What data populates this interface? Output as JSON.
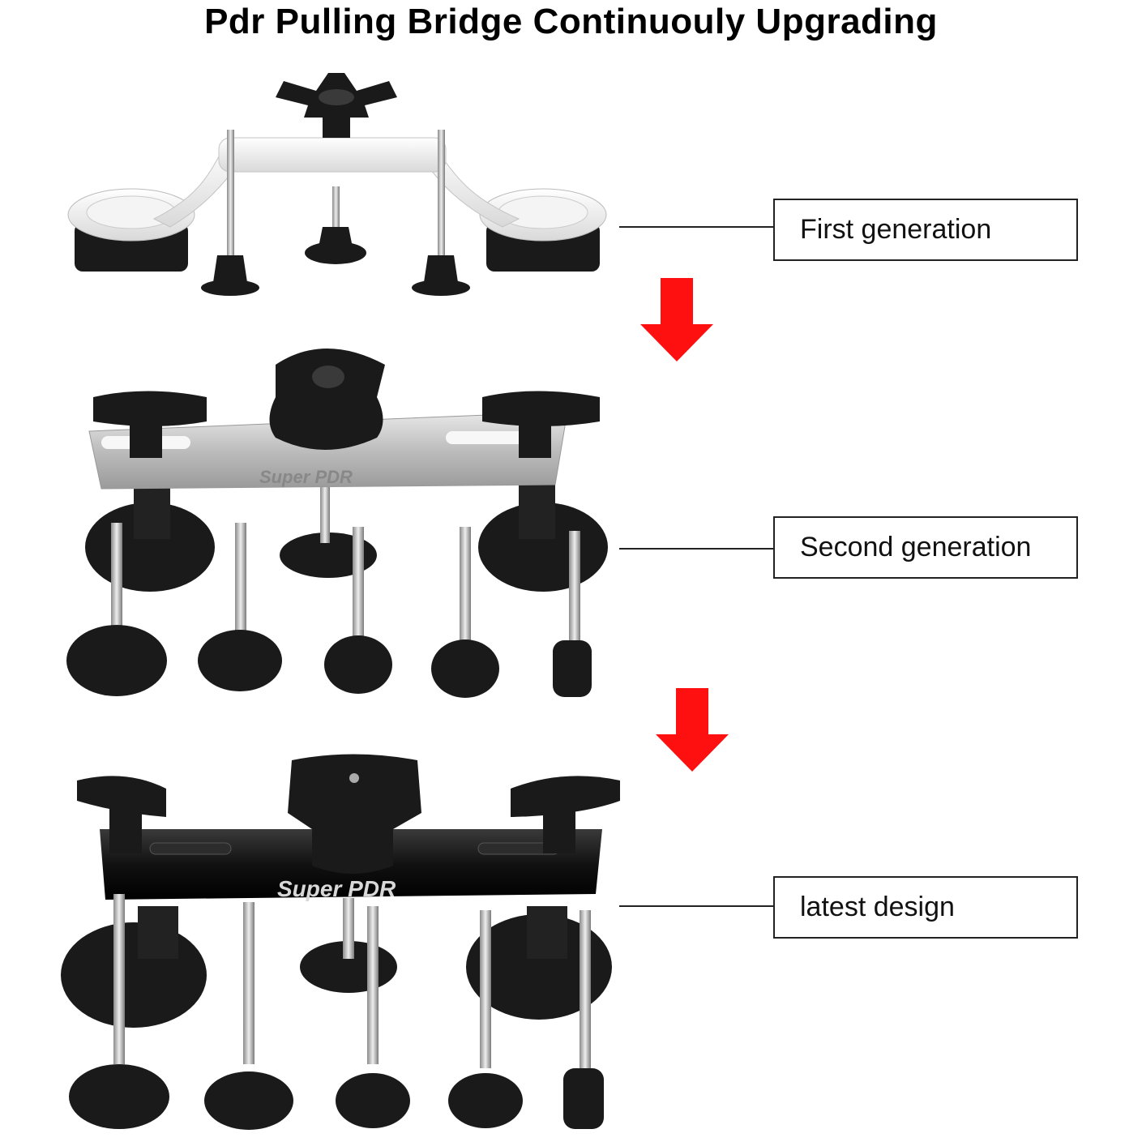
{
  "title": "Pdr Pulling Bridge Continuouly Upgrading",
  "generations": [
    {
      "label": "First generation",
      "tool_color": "#eeeeee"
    },
    {
      "label": "Second generation",
      "tool_color": "#bdbdbd"
    },
    {
      "label": "latest design",
      "tool_color": "#111111"
    }
  ],
  "logos": {
    "second": "Super PDR",
    "latest": "Super PDR"
  },
  "colors": {
    "arrow": "#ff1010",
    "rubber": "#1a1a1a",
    "bolt": "#c8c8c8"
  }
}
